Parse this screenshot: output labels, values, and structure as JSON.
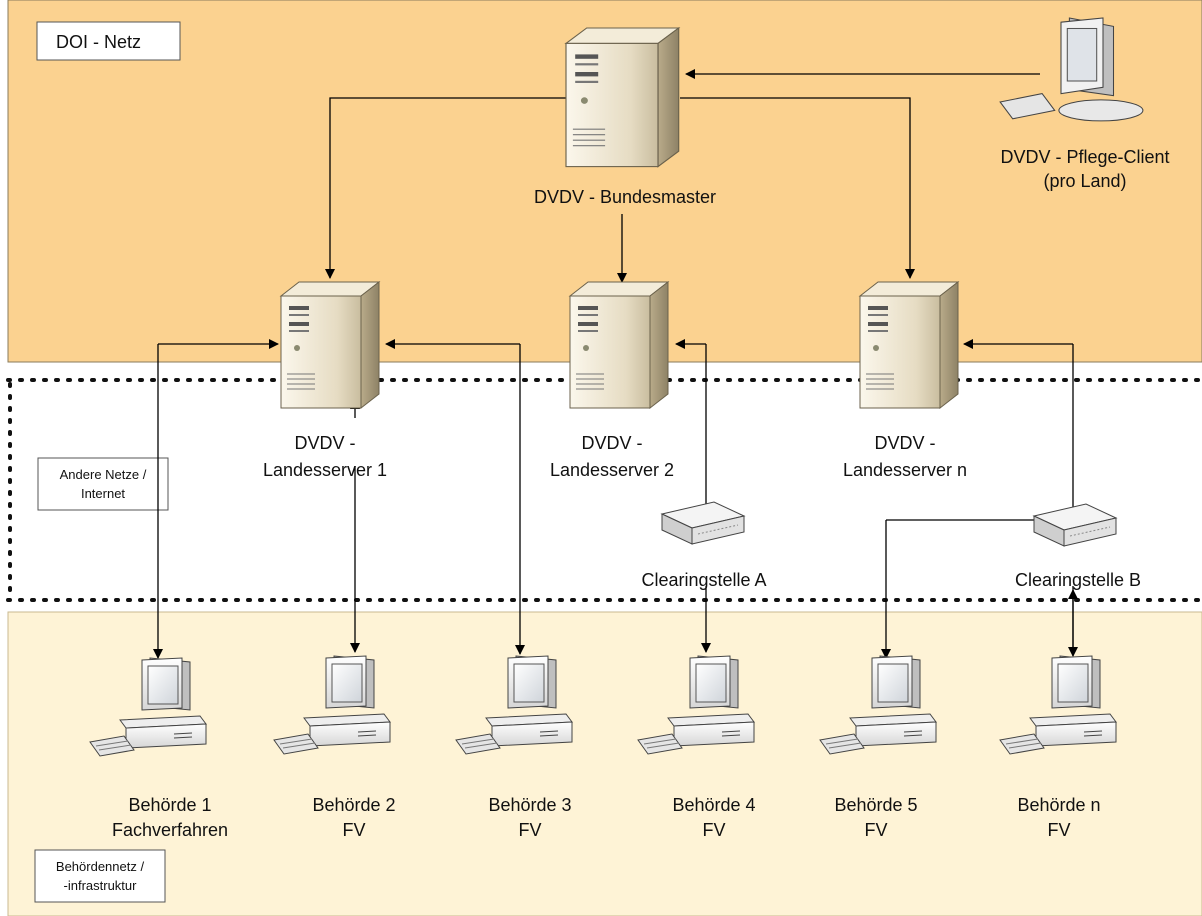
{
  "zones": {
    "doi_label": "DOI - Netz",
    "other_nets_label": [
      "Andere Netze /",
      "Internet"
    ],
    "agency_net_label": [
      "Behördennetz /",
      "-infrastruktur"
    ]
  },
  "master": {
    "label": "DVDV - Bundesmaster"
  },
  "pflege_client": {
    "line1": "DVDV - Pflege-Client",
    "line2": "(pro Land)"
  },
  "landesserver": [
    {
      "line1": "DVDV -",
      "line2": "Landesserver 1"
    },
    {
      "line1": "DVDV -",
      "line2": "Landesserver  2"
    },
    {
      "line1": "DVDV -",
      "line2": "Landesserver n"
    }
  ],
  "clearing": [
    {
      "label": "Clearingstelle A"
    },
    {
      "label": "Clearingstelle B"
    }
  ],
  "behoerden": [
    {
      "line1": "Behörde 1",
      "line2": "Fachverfahren"
    },
    {
      "line1": "Behörde 2",
      "line2": "FV"
    },
    {
      "line1": "Behörde 3",
      "line2": "FV"
    },
    {
      "line1": "Behörde 4",
      "line2": "FV"
    },
    {
      "line1": "Behörde 5",
      "line2": "FV"
    },
    {
      "line1": "Behörde n",
      "line2": "FV"
    }
  ]
}
